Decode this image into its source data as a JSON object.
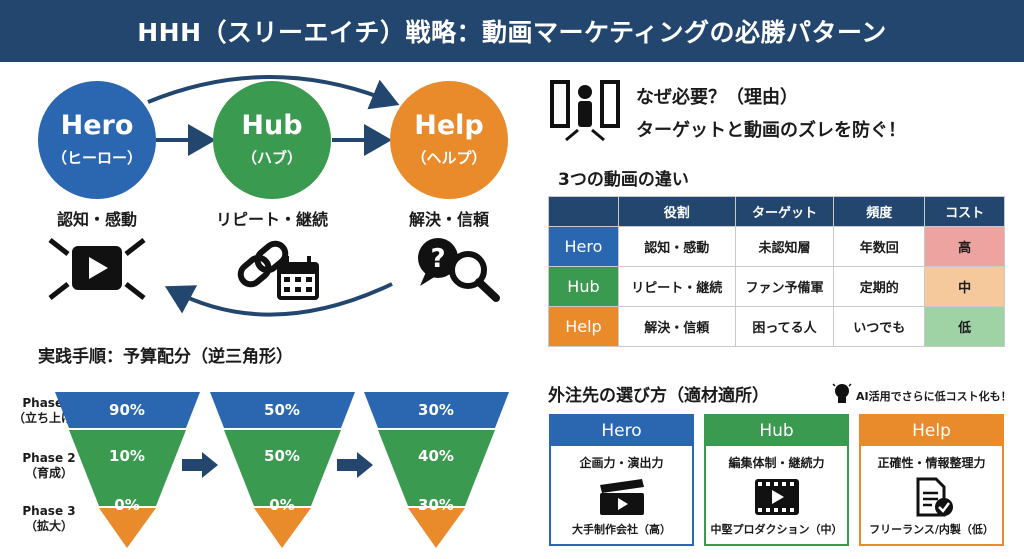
{
  "title": "HHH（スリーエイチ）戦略：動画マーケティングの必勝パターン",
  "colors": {
    "hero": "#2a67b0",
    "hub": "#3a9a4f",
    "help": "#e98a2b",
    "navy": "#23466f"
  },
  "cycle": [
    {
      "name": "Hero",
      "kana": "（ヒーロー）",
      "label": "認知・感動",
      "icon": "video-play-icon"
    },
    {
      "name": "Hub",
      "kana": "（ハブ）",
      "label": "リピート・継続",
      "icon": "chain-calendar-icon"
    },
    {
      "name": "Help",
      "kana": "（ヘルプ）",
      "label": "解決・信頼",
      "icon": "question-magnifier-icon"
    }
  ],
  "budget": {
    "heading": "実践手順：予算配分（逆三角形）",
    "phases": [
      {
        "name": "Phase 1",
        "sub": "（立ち上げ）",
        "values": [
          "90%",
          "10%",
          "0%"
        ]
      },
      {
        "name": "Phase 2",
        "sub": "（育成）",
        "values": [
          "50%",
          "50%",
          "0%"
        ]
      },
      {
        "name": "Phase 3",
        "sub": "（拡大）",
        "values": [
          "30%",
          "40%",
          "30%"
        ]
      }
    ]
  },
  "why": {
    "line1": "なぜ必要？（理由）",
    "line2": "ターゲットと動画のズレを防ぐ！",
    "icon": "person-doors-icon"
  },
  "comparison": {
    "heading": "3つの動画の違い",
    "headers": [
      "",
      "役割",
      "ターゲット",
      "頻度",
      "コスト"
    ],
    "rows": [
      {
        "name": "Hero",
        "role": "認知・感動",
        "target": "未認知層",
        "freq": "年数回",
        "cost": "高",
        "costColor": "#eda3a0"
      },
      {
        "name": "Hub",
        "role": "リピート・継続",
        "target": "ファン予備軍",
        "freq": "定期的",
        "cost": "中",
        "costColor": "#f6c99c"
      },
      {
        "name": "Help",
        "role": "解決・信頼",
        "target": "困ってる人",
        "freq": "いつでも",
        "cost": "低",
        "costColor": "#9fd3a6"
      }
    ]
  },
  "vendors": {
    "heading": "外注先の選び方（適材適所）",
    "tip": "AI活用でさらに低コスト化も！",
    "items": [
      {
        "name": "Hero",
        "skill": "企画力・演出力",
        "icon": "clapperboard-icon",
        "vendor": "大手制作会社（高）"
      },
      {
        "name": "Hub",
        "skill": "編集体制・継続力",
        "icon": "film-strip-play-icon",
        "vendor": "中堅プロダクション（中）"
      },
      {
        "name": "Help",
        "skill": "正確性・情報整理力",
        "icon": "document-check-icon",
        "vendor": "フリーランス/内製（低）"
      }
    ]
  }
}
